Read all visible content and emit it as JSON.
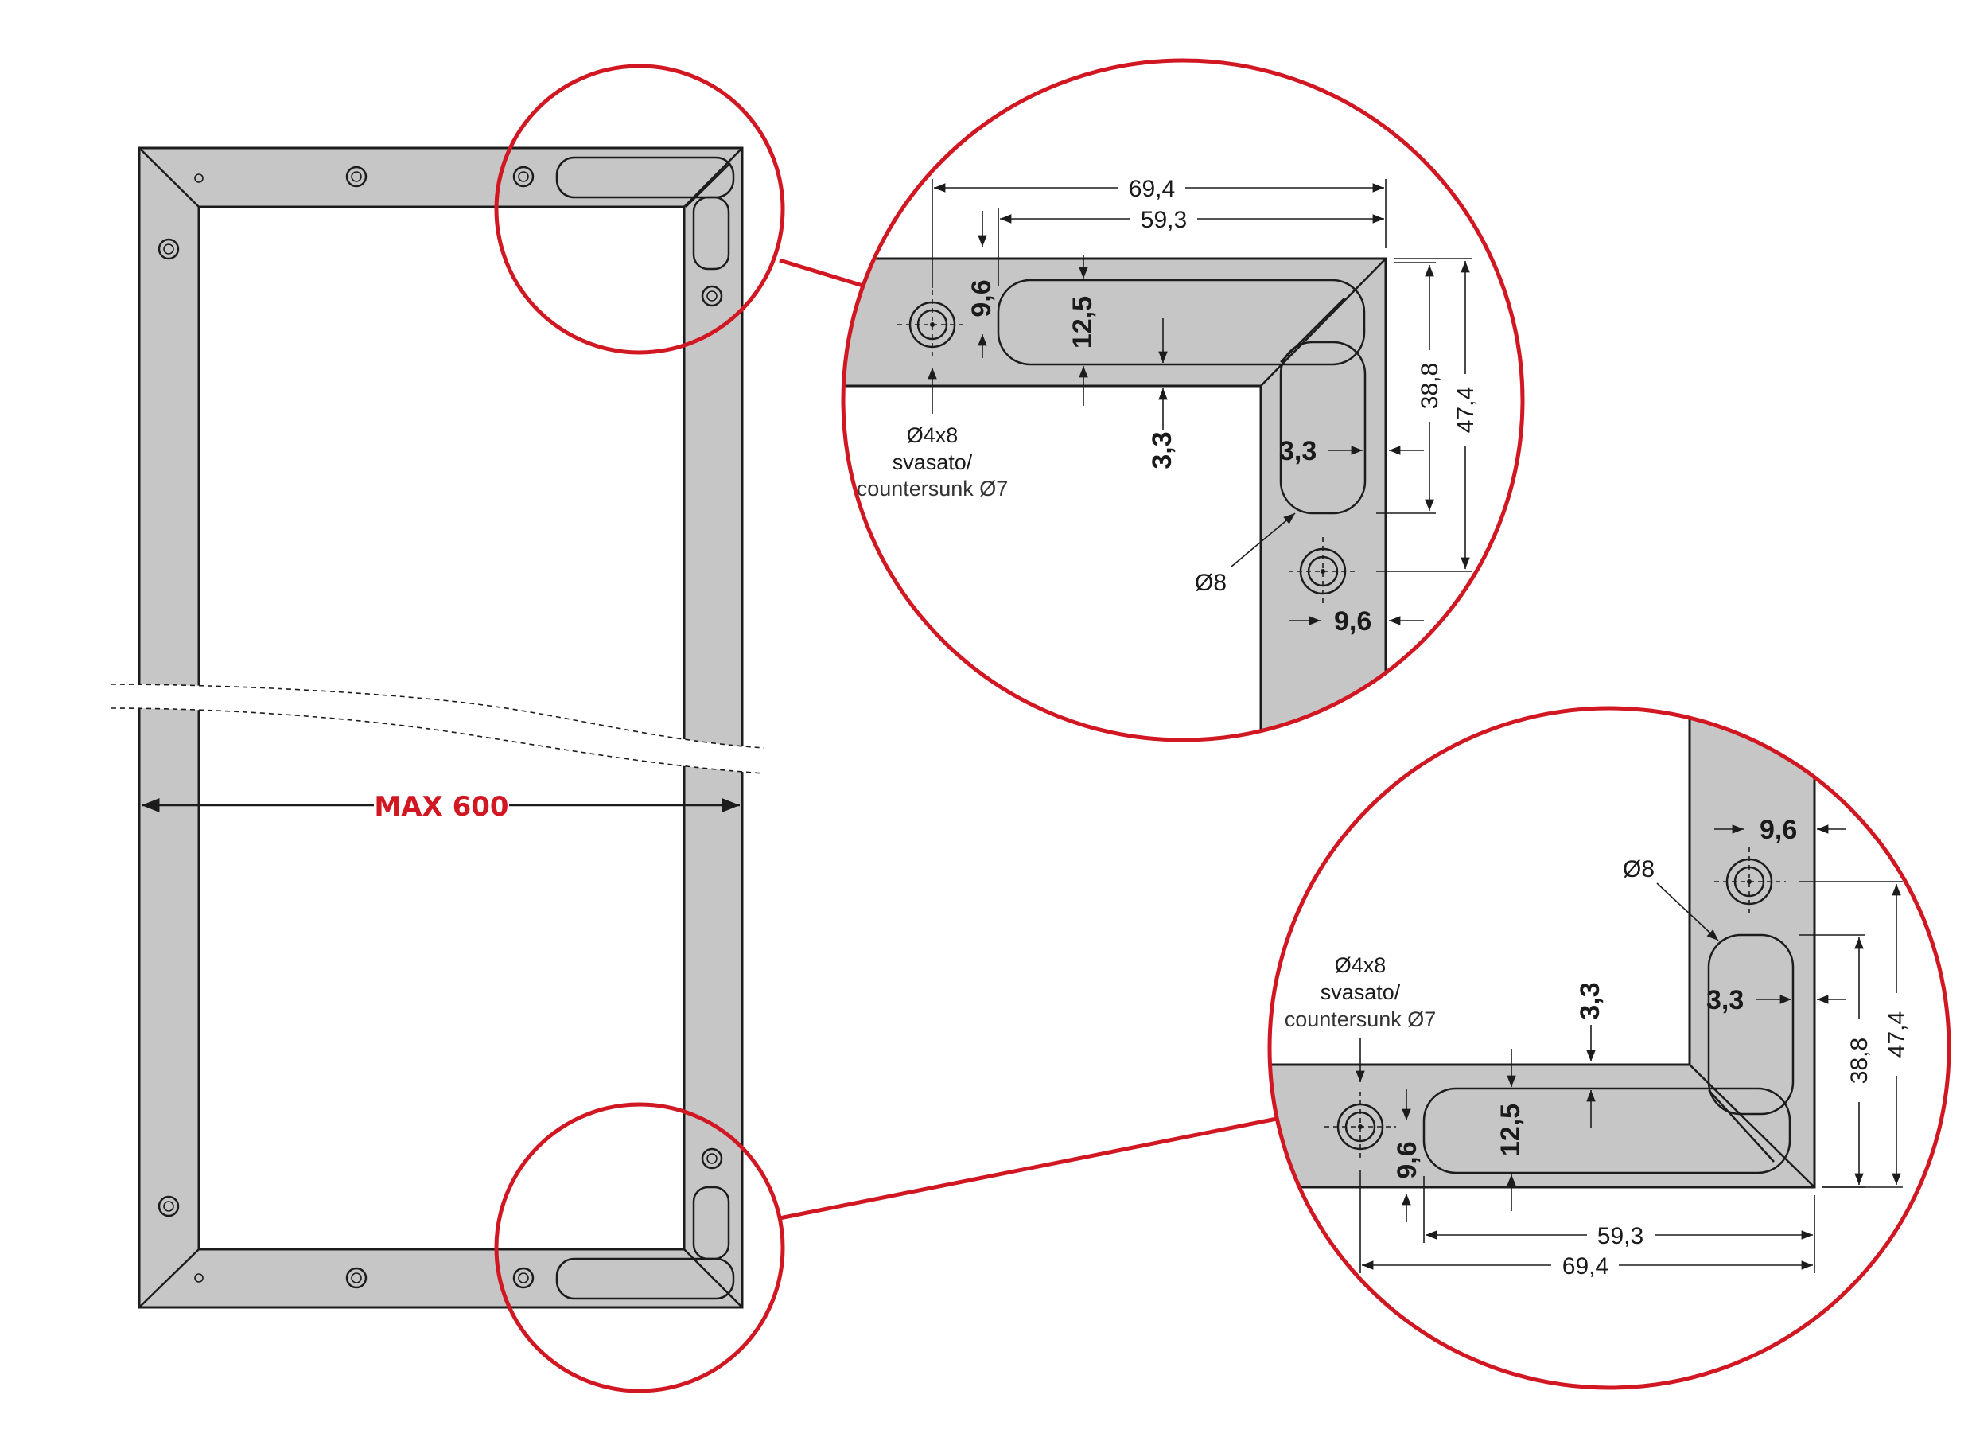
{
  "overview": {
    "width_label": "MAX 600"
  },
  "detail_top": {
    "dim_overall_width": "69,4",
    "dim_slot_start": "59,3",
    "dim_hole_offset_h": "9,6",
    "dim_slot_height": "12,5",
    "dim_gap_h": "3,3",
    "dim_gap_v": "3,3",
    "dim_hole_offset_v": "9,6",
    "dim_slot_length": "38,8",
    "dim_overall_height": "47,4",
    "hole_note_1": "Ø4x8",
    "hole_note_2": "svasato/",
    "hole_note_3": "countersunk Ø7",
    "slot_radius": "Ø8"
  },
  "detail_bottom": {
    "dim_overall_width": "69,4",
    "dim_slot_start": "59,3",
    "dim_hole_offset_h": "9,6",
    "dim_slot_height": "12,5",
    "dim_gap_h": "3,3",
    "dim_gap_v": "3,3",
    "dim_hole_offset_v": "9,6",
    "dim_slot_length": "38,8",
    "dim_overall_height": "47,4",
    "hole_note_1": "Ø4x8",
    "hole_note_2": "svasato/",
    "hole_note_3": "countersunk Ø7",
    "slot_radius": "Ø8"
  },
  "colors": {
    "accent_red": "#d01722",
    "frame_fill": "#c6c6c6",
    "line": "#1c1c1c"
  }
}
